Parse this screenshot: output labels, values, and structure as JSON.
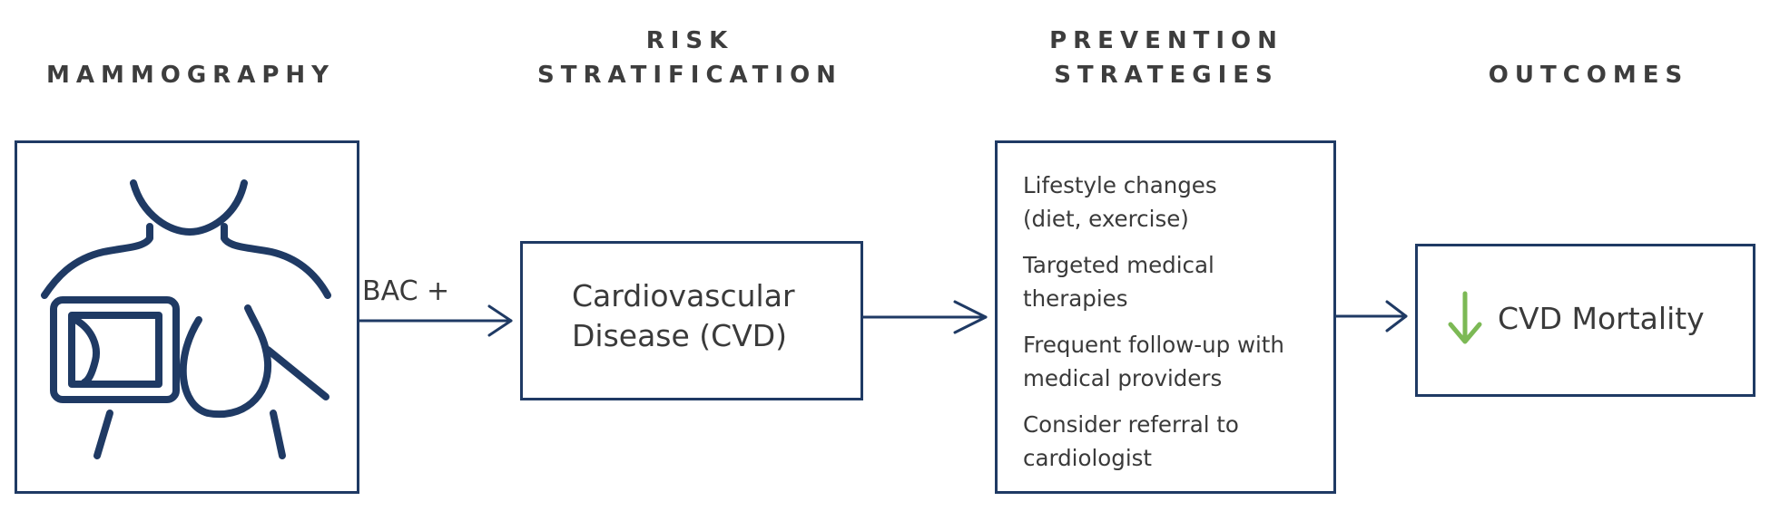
{
  "headers": {
    "mammography": [
      "MAMMOGRAPHY"
    ],
    "risk": [
      "RISK",
      "STRATIFICATION"
    ],
    "prevention": [
      "PREVENTION",
      "STRATEGIES"
    ],
    "outcomes": [
      "OUTCOMES"
    ]
  },
  "connector_label": "BAC +",
  "risk_box": {
    "lines": [
      "Cardiovascular",
      "Disease (CVD)"
    ]
  },
  "prevention_box": {
    "items": [
      {
        "lines": [
          "Lifestyle changes",
          "(diet, exercise)"
        ]
      },
      {
        "lines": [
          "Targeted medical",
          "therapies"
        ]
      },
      {
        "lines": [
          "Frequent follow-up with",
          "medical providers"
        ]
      },
      {
        "lines": [
          "Consider referral to",
          "cardiologist"
        ]
      }
    ]
  },
  "outcome_box": {
    "label": "CVD Mortality",
    "icon": "down-arrow-icon"
  },
  "colors": {
    "box_border": "#1f3a64",
    "arrow": "#1f3a64",
    "down_arrow": "#7cb955",
    "text": "#3a3a3a"
  },
  "icons": [
    "mammography-patient-icon",
    "down-arrow-icon"
  ]
}
